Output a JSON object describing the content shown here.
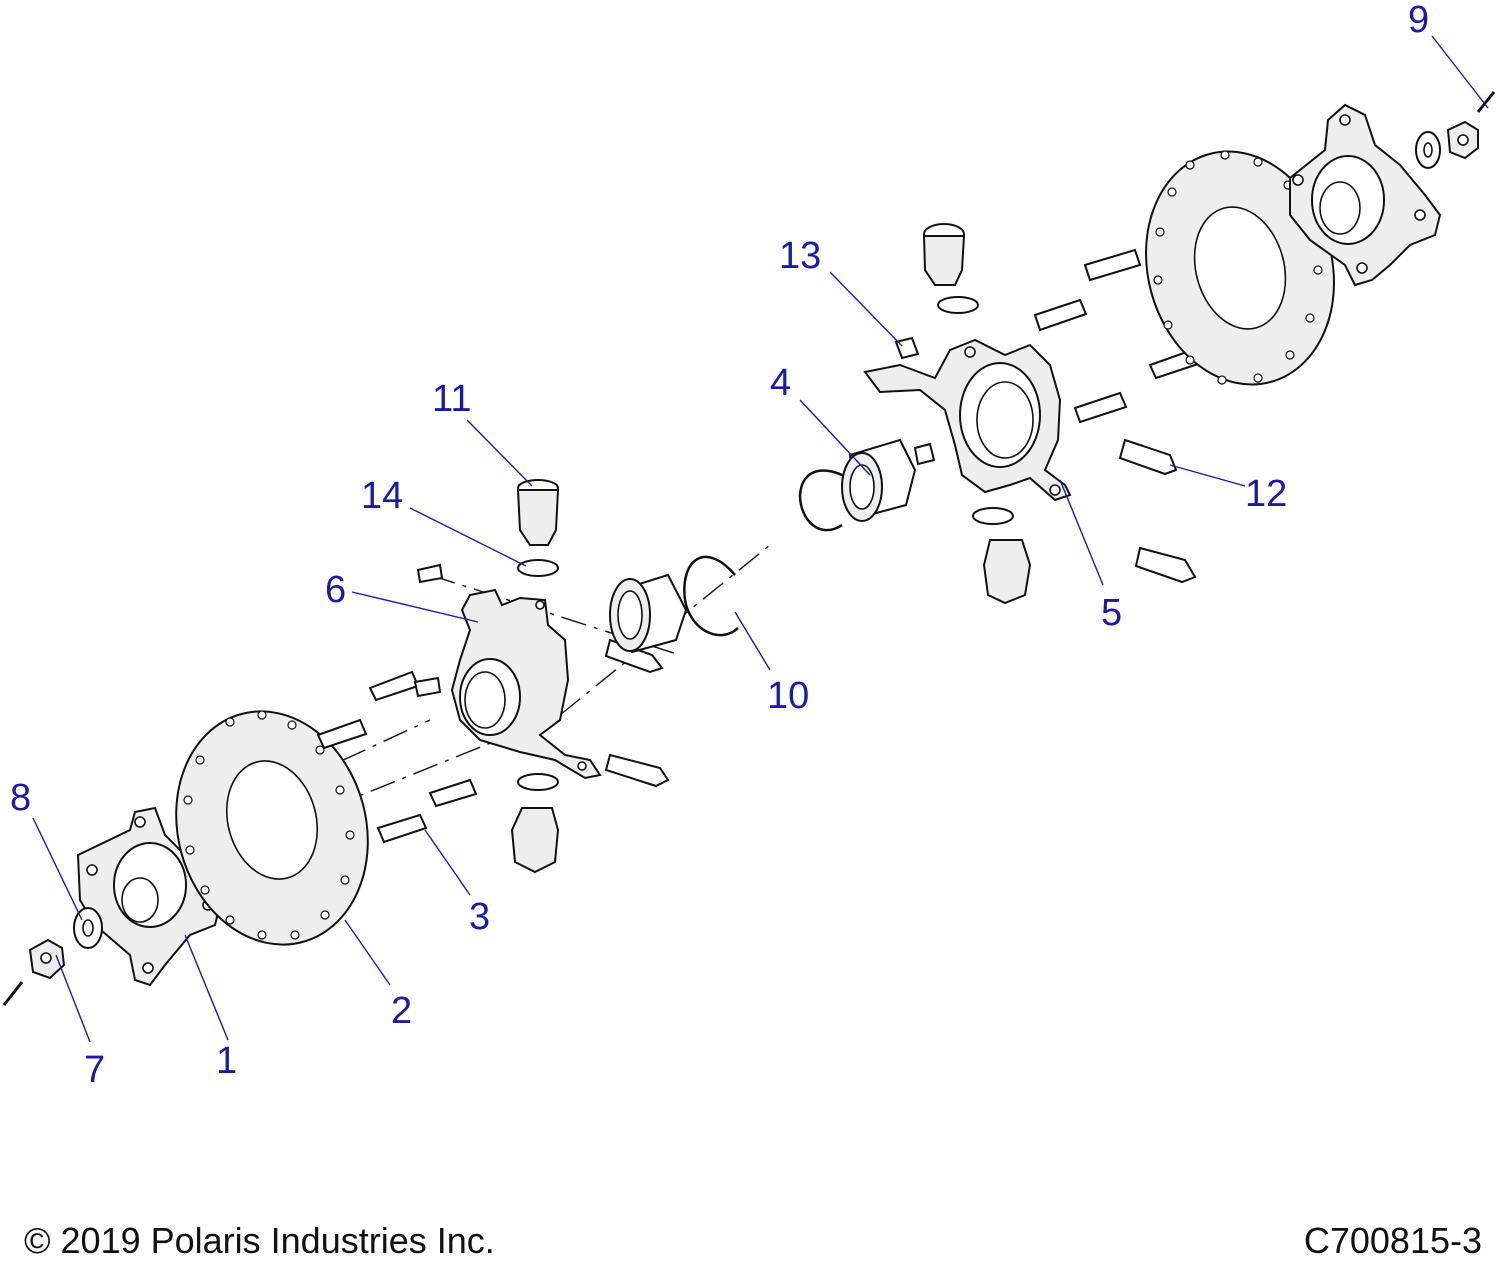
{
  "callouts": {
    "c1": "1",
    "c2": "2",
    "c3": "3",
    "c4": "4",
    "c5": "5",
    "c6": "6",
    "c7": "7",
    "c8": "8",
    "c9": "9",
    "c10": "10",
    "c11": "11",
    "c12": "12",
    "c13": "13",
    "c14": "14"
  },
  "footer": {
    "copyright": "© 2019 Polaris Industries Inc.",
    "drawing_number": "C700815-3"
  },
  "colors": {
    "callout": "#1a1aa8",
    "line": "#111111",
    "part_fill": "#eeeeee"
  }
}
